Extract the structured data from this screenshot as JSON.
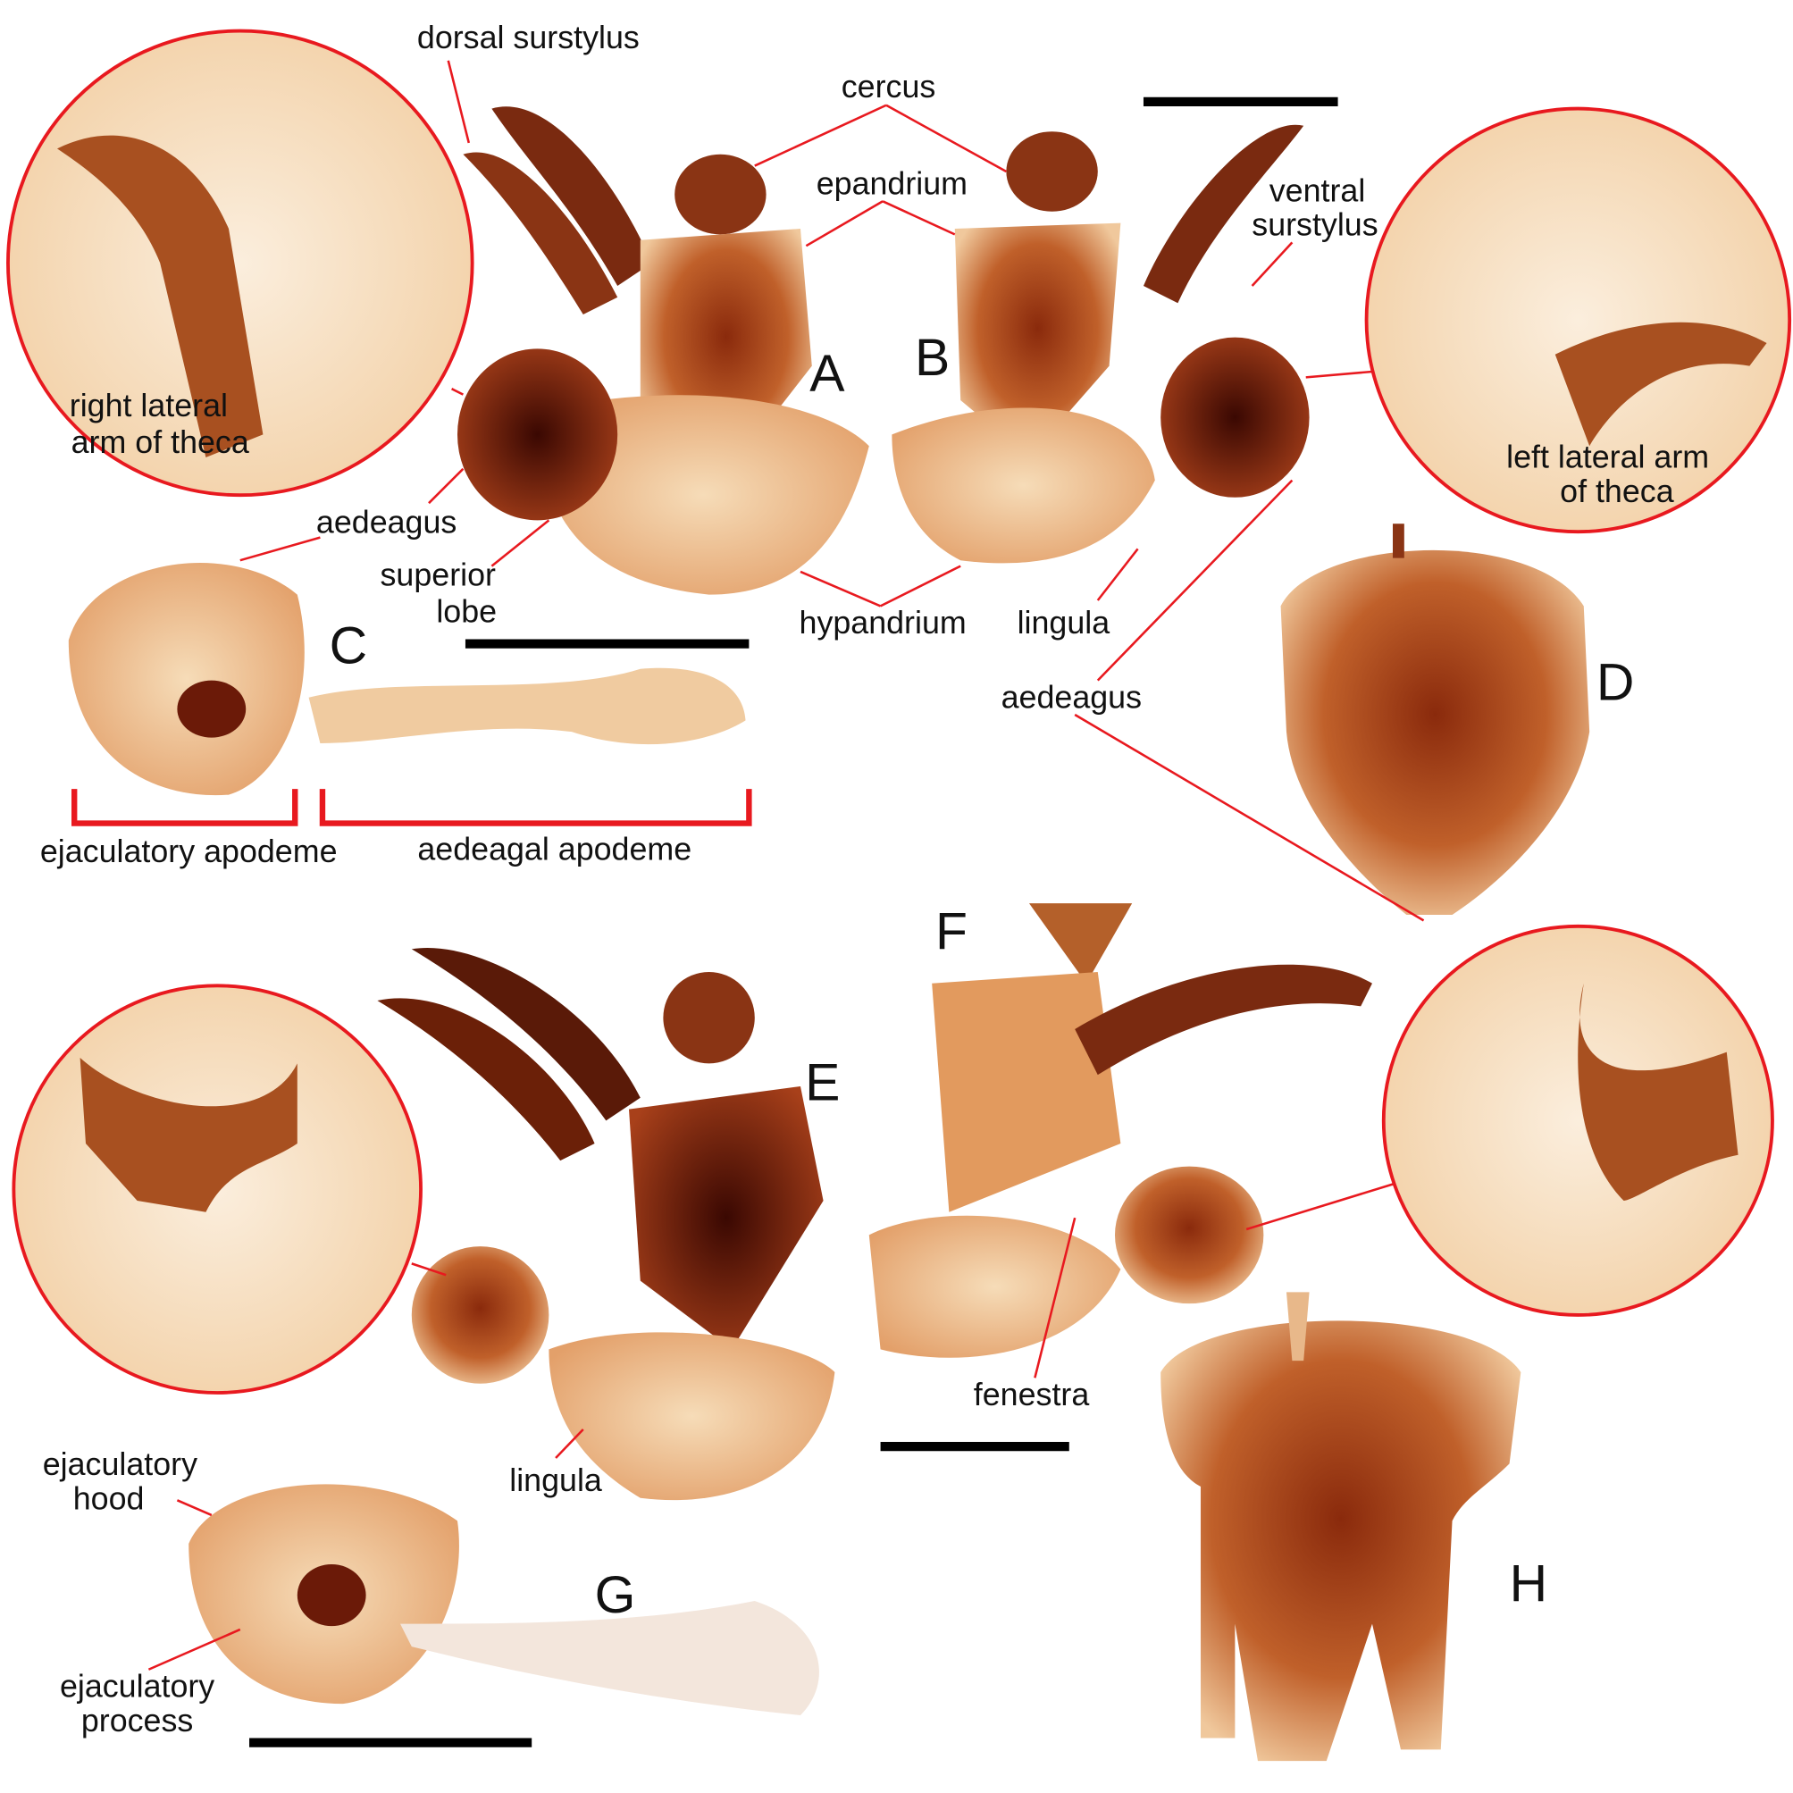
{
  "panels": [
    "A",
    "B",
    "C",
    "D",
    "E",
    "F",
    "G",
    "H"
  ],
  "labels": {
    "dorsal_surstylus": "dorsal surstylus",
    "cercus": "cercus",
    "epandrium": "epandrium",
    "ventral_surstylus_1": "ventral",
    "ventral_surstylus_2": "surstylus",
    "right_arm_1": "right lateral",
    "right_arm_2": "arm of theca",
    "left_arm_1": "left lateral arm",
    "left_arm_2": "of theca",
    "aedeagus_left": "aedeagus",
    "superior_lobe_1": "superior",
    "superior_lobe_2": "lobe",
    "hypandrium": "hypandrium",
    "lingula_top": "lingula",
    "aedeagus_right": "aedeagus",
    "ejaculatory_apodeme": "ejaculatory apodeme",
    "aedeagal_apodeme": "aedeagal apodeme",
    "fenestra": "fenestra",
    "lingula_bottom": "lingula",
    "ejaculatory_hood_1": "ejaculatory",
    "ejaculatory_hood_2": "hood",
    "ejaculatory_process_1": "ejaculatory",
    "ejaculatory_process_2": "process"
  },
  "colors": {
    "leader": "#e8191f",
    "specimen_dark": "#6b1a08",
    "specimen_mid": "#b4501e",
    "specimen_light": "#f1c79a"
  }
}
